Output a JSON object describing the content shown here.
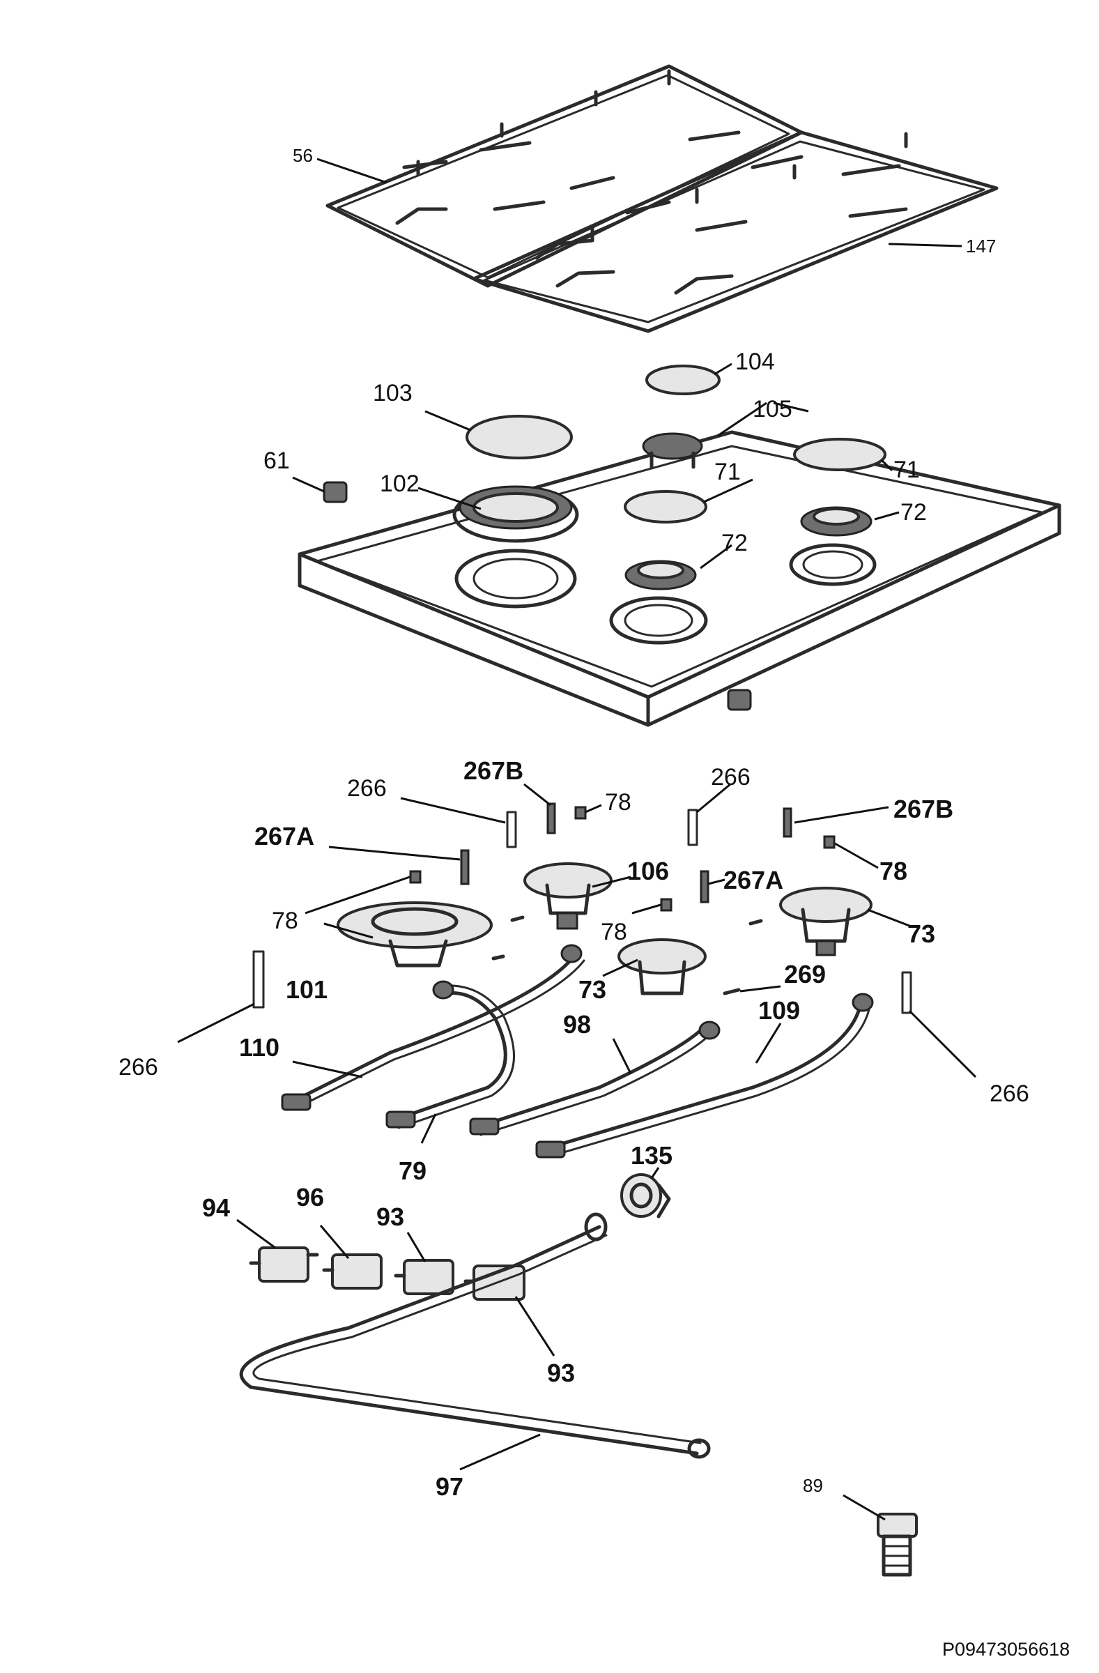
{
  "drawing_code": "P09473056618",
  "callouts": {
    "c56": "56",
    "c147": "147",
    "c104": "104",
    "c103": "103",
    "c105": "105",
    "c61": "61",
    "c102": "102",
    "c71a": "71",
    "c71b": "71",
    "c72a": "72",
    "c72b": "72",
    "c266a": "266",
    "c267b_left": "267B",
    "c78a": "78",
    "c266b": "266",
    "c267b_right": "267B",
    "c267a_left": "267A",
    "c106": "106",
    "c267a_right": "267A",
    "c78b": "78",
    "c78c": "78",
    "c78d": "78",
    "c73a": "73",
    "c73b": "73",
    "c101": "101",
    "c269": "269",
    "c266c": "266",
    "c110": "110",
    "c98": "98",
    "c109": "109",
    "c266d": "266",
    "c79": "79",
    "c135": "135",
    "c94": "94",
    "c96": "96",
    "c93a": "93",
    "c93b": "93",
    "c97": "97",
    "c89": "89"
  }
}
